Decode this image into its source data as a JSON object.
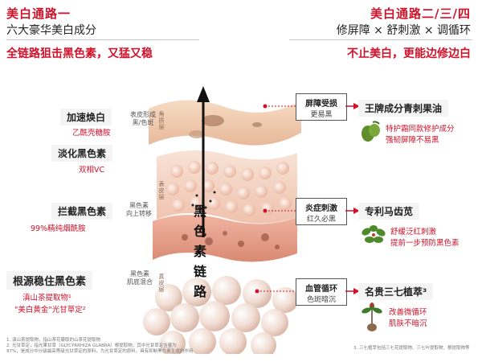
{
  "left_header": {
    "route": "美白通路一",
    "subtitle": "六大豪华美白成分",
    "headline": "全链路狙击黑色素，又猛又稳"
  },
  "right_header": {
    "route": "美白通路二/三/四",
    "subtitle": "修屏障 × 舒刺激 × 调循环",
    "headline": "不止美白，更能边修边白"
  },
  "left_items": [
    {
      "title": "加速焕白",
      "ingredients": [
        "乙酰壳糖胺"
      ],
      "note": [
        "表皮形成",
        "黑/色斑"
      ]
    },
    {
      "title": "淡化黑色素",
      "ingredients": [
        "双相VC"
      ],
      "note": []
    },
    {
      "title": "拦截黑色素",
      "ingredients": [
        "99%精纯烟酰胺"
      ],
      "note": [
        "黑色素",
        "向上转移"
      ]
    },
    {
      "title": "根源稳住黑色素",
      "ingredients": [
        "滇山茶提取物¹",
        "\"美白黄金\"光甘草定²"
      ],
      "note": [
        "黑色素",
        "肌底混合"
      ]
    }
  ],
  "layers": {
    "top": "角质层",
    "middle": "表皮层",
    "bottom": "真皮层"
  },
  "chain_text": [
    "黑",
    "色",
    "素",
    "链",
    "路"
  ],
  "right_boxes": [
    {
      "title": "屏障受损",
      "sub": "更易黑"
    },
    {
      "title": "炎症刺激",
      "sub": "红久必黑"
    },
    {
      "title": "血管循环",
      "sub": "色斑暗沉"
    }
  ],
  "right_items": [
    {
      "title": "王牌成分青刺果油",
      "desc": [
        "特护霜同款修护成分",
        "强韧屏障不易黑"
      ]
    },
    {
      "title": "专利马齿苋",
      "desc": [
        "舒缓泛红刺激",
        "提前一步预防黑色素"
      ]
    },
    {
      "title": "名贵三七植萃³",
      "desc": [
        "改善微循环",
        "肌肤不暗沉"
      ]
    }
  ],
  "footnotes_left": [
    "1. 滇山茶提取物，指山茶花瓣取的山茶花提取物",
    "2. 光甘草定，指光果甘草（GLYCYRRHIZA GLABRA）根提取物，其中光甘草定含量为",
    "97%，是成分中分级最高等级光甘草定的原料，为光甘草定的原料，具有抑制黑色素生成的作用"
  ],
  "footnotes_right": "3. 三七植萃包括三七花提取物、三七叶提取物、根提取物等",
  "colors": {
    "accent": "#d0122a",
    "skin": "#f2c9b0",
    "skin_dark": "#e3a891",
    "text": "#222222"
  }
}
